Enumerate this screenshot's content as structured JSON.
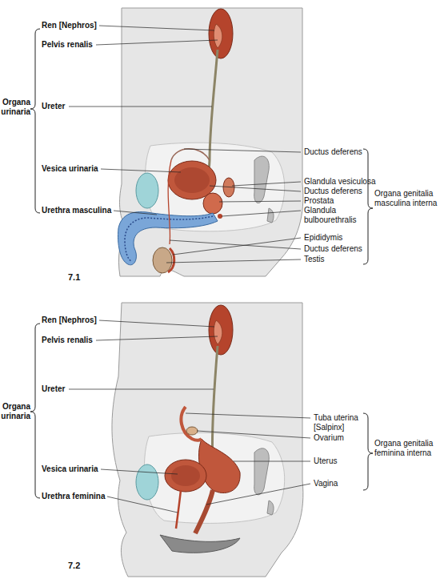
{
  "diagram": {
    "labels": [
      "Ren [Nephros]",
      "Pelvis renalis",
      "Organa urinaria",
      "Ureter",
      "Ductus deferens",
      "Vesica urinaria",
      "Glandula vesiculosa",
      "Ductus deferens",
      "Prostata",
      "Urethra masculina",
      "Glandula bulbourethralis",
      "Organa genitalia masculina interna",
      "Epididymis",
      "Ductus deferens",
      "Testis",
      "7.1",
      "Ren [Nephros]",
      "Pelvis renalis",
      "Organa urinaria",
      "Ureter",
      "Tuba uterina [Salpinx]",
      "Ovarium",
      "Organa genitalia feminina interna",
      "Uterus",
      "Vesica urinaria",
      "Vagina",
      "Urethra feminina",
      "7.2"
    ]
  }
}
